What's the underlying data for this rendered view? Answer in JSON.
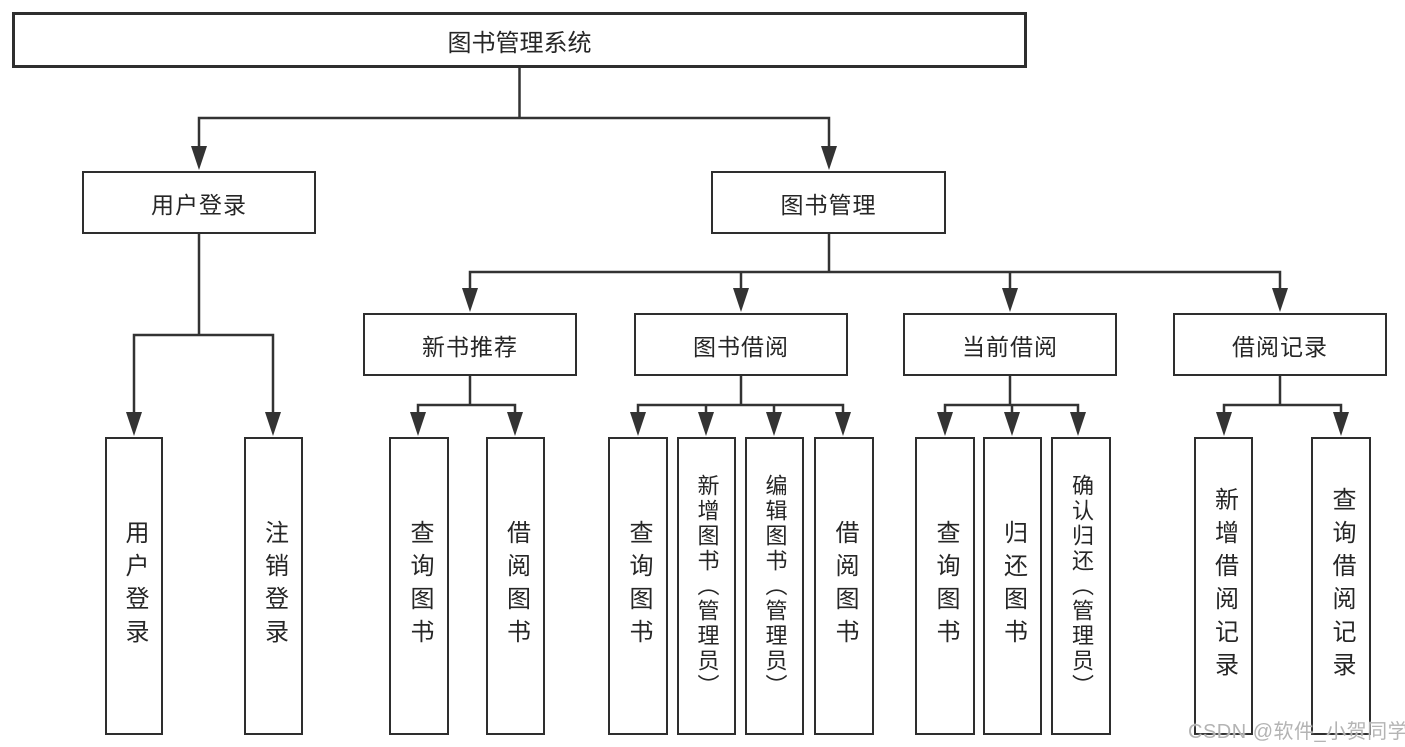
{
  "colors": {
    "background": "#ffffff",
    "box_border": "#2e2e2e",
    "connector_line": "#333333",
    "text": "#262626",
    "watermark": "#b4b4b4"
  },
  "root": {
    "label": "图书管理系统"
  },
  "level2": {
    "user_login": {
      "label": "用户登录"
    },
    "book_management": {
      "label": "图书管理"
    }
  },
  "level3": {
    "new_book_recommend": {
      "label": "新书推荐"
    },
    "book_borrow": {
      "label": "图书借阅"
    },
    "current_borrow": {
      "label": "当前借阅"
    },
    "borrow_records": {
      "label": "借阅记录"
    }
  },
  "leaves": {
    "login": {
      "label": "用户登录"
    },
    "logout": {
      "label": "注销登录"
    },
    "newbook_query": {
      "label": "查询图书"
    },
    "newbook_borrow": {
      "label": "借阅图书"
    },
    "borrow_query": {
      "label": "查询图书"
    },
    "borrow_add_admin": {
      "label": "新增图书（管理员）"
    },
    "borrow_edit_admin": {
      "label": "编辑图书（管理员）"
    },
    "borrow_borrow": {
      "label": "借阅图书"
    },
    "current_query": {
      "label": "查询图书"
    },
    "current_return": {
      "label": "归还图书"
    },
    "current_confirm_admin": {
      "label": "确认归还（管理员）"
    },
    "records_add": {
      "label": "新增借阅记录"
    },
    "records_query": {
      "label": "查询借阅记录"
    }
  },
  "watermark": {
    "text": "CSDN @软件_小贺同学"
  }
}
